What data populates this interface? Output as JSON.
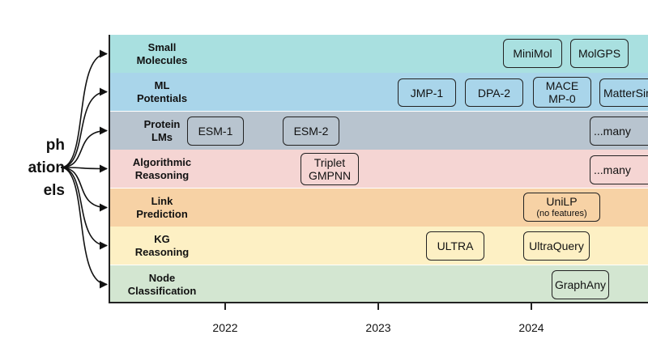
{
  "root_label": [
    "ph",
    "ation",
    "els"
  ],
  "lanes": [
    {
      "label": [
        "Small",
        "Molecules"
      ],
      "color": "#a9e0e0"
    },
    {
      "label": [
        "ML",
        "Potentials"
      ],
      "color": "#a9d5ea"
    },
    {
      "label": [
        "Protein",
        "LMs"
      ],
      "color": "#b8c4cf"
    },
    {
      "label": [
        "Algorithmic",
        "Reasoning"
      ],
      "color": "#f5d5d3"
    },
    {
      "label": [
        "Link",
        "Prediction"
      ],
      "color": "#f7d2a5"
    },
    {
      "label": [
        "KG",
        "Reasoning"
      ],
      "color": "#fdf0c4"
    },
    {
      "label": [
        "Node",
        "Classification"
      ],
      "color": "#d3e6d1"
    }
  ],
  "nodes": [
    {
      "lane": 0,
      "text": [
        "MiniMol"
      ]
    },
    {
      "lane": 0,
      "text": [
        "MolGPS"
      ]
    },
    {
      "lane": 1,
      "text": [
        "JMP-1"
      ]
    },
    {
      "lane": 1,
      "text": [
        "DPA-2"
      ]
    },
    {
      "lane": 1,
      "text": [
        "MACE",
        "MP-0"
      ]
    },
    {
      "lane": 1,
      "text": [
        "MatterSim"
      ]
    },
    {
      "lane": 2,
      "text": [
        "ESM-1"
      ]
    },
    {
      "lane": 2,
      "text": [
        "ESM-2"
      ]
    },
    {
      "lane": 2,
      "text": [
        "...many"
      ]
    },
    {
      "lane": 3,
      "text": [
        "Triplet",
        "GMPNN"
      ]
    },
    {
      "lane": 3,
      "text": [
        "...many"
      ]
    },
    {
      "lane": 4,
      "text": [
        "UniLP"
      ],
      "sub": "(no features)"
    },
    {
      "lane": 5,
      "text": [
        "ULTRA"
      ]
    },
    {
      "lane": 5,
      "text": [
        "UltraQuery"
      ]
    },
    {
      "lane": 6,
      "text": [
        "GraphAny"
      ]
    }
  ],
  "axis": {
    "ticks": [
      "2022",
      "2023",
      "2024"
    ]
  }
}
